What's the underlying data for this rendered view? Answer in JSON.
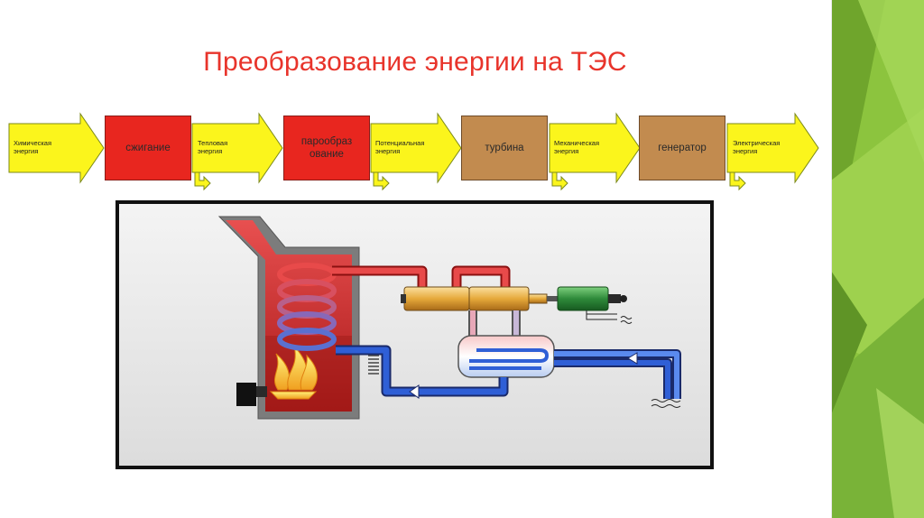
{
  "title": "Преобразование энергии на ТЭС",
  "flow": {
    "energies": [
      "Химическая\nэнергия",
      "Тепловая\nэнергия",
      "Потенциальная\nэнергия",
      "Механическая\nэнергия",
      "Электрическая\nэнергия"
    ],
    "processes": [
      {
        "label": "сжигание"
      },
      {
        "label": "парообраз\nование"
      },
      {
        "label": "турбина"
      },
      {
        "label": "генератор"
      }
    ]
  },
  "colors": {
    "title": "#e8342b",
    "arrow_fill": "#fbf51c",
    "arrow_stroke": "#7c8a1a",
    "process_red": "#e8261f",
    "process_brown": "#c28b4f",
    "hot_pipe": "#e84a4a",
    "cold_pipe": "#2f5fd6",
    "turbine": "#e6a93a",
    "generator": "#2e8a3a",
    "side_green": "#7cb83a"
  }
}
